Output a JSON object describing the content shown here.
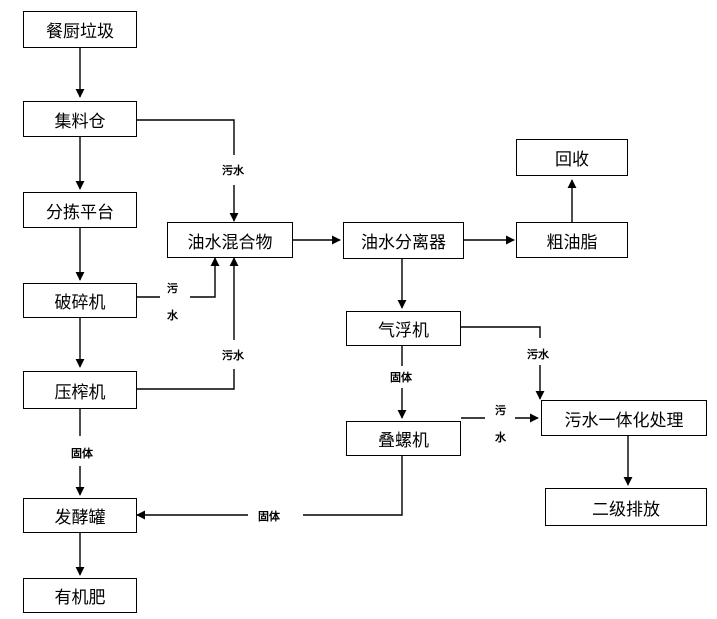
{
  "nodes": {
    "kitchen_waste": "餐厨垃圾",
    "collection_bin": "集料仓",
    "sorting_platform": "分拣平台",
    "crusher": "破碎机",
    "press": "压榨机",
    "fermentation_tank": "发酵罐",
    "organic_fertilizer": "有机肥",
    "oil_water_mixture": "油水混合物",
    "oil_water_separator": "油水分离器",
    "crude_grease": "粗油脂",
    "recovery": "回收",
    "air_flotation": "气浮机",
    "screw_press": "叠螺机",
    "integrated_treatment": "污水一体化处理",
    "secondary_discharge": "二级排放"
  },
  "labels": {
    "wastewater": "污水",
    "wastewater_top": "污",
    "wastewater_bottom": "水",
    "solid": "固体"
  },
  "colors": {
    "line": "#000000",
    "box_fill": "#ffffff"
  }
}
